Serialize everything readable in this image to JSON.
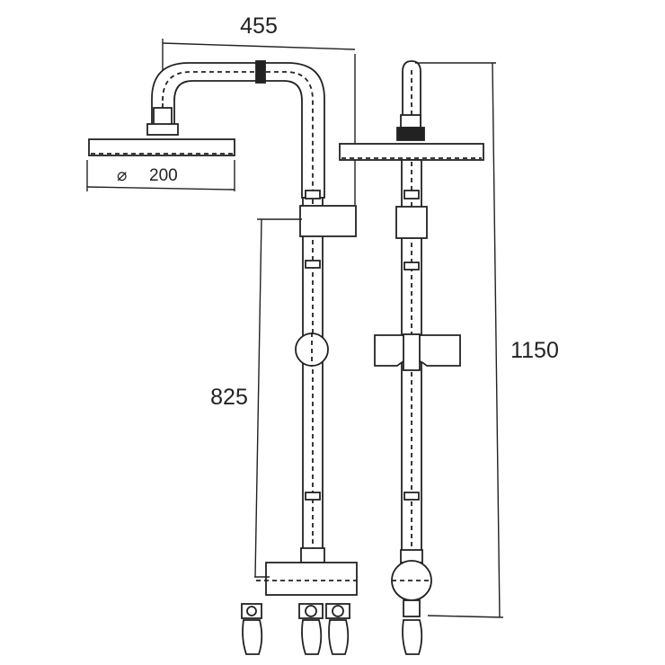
{
  "dimensions": {
    "arm_reach": "455",
    "head_diameter": "200",
    "diameter_symbol": "⌀",
    "mixer_to_holder": "825",
    "overall_height": "1150"
  }
}
